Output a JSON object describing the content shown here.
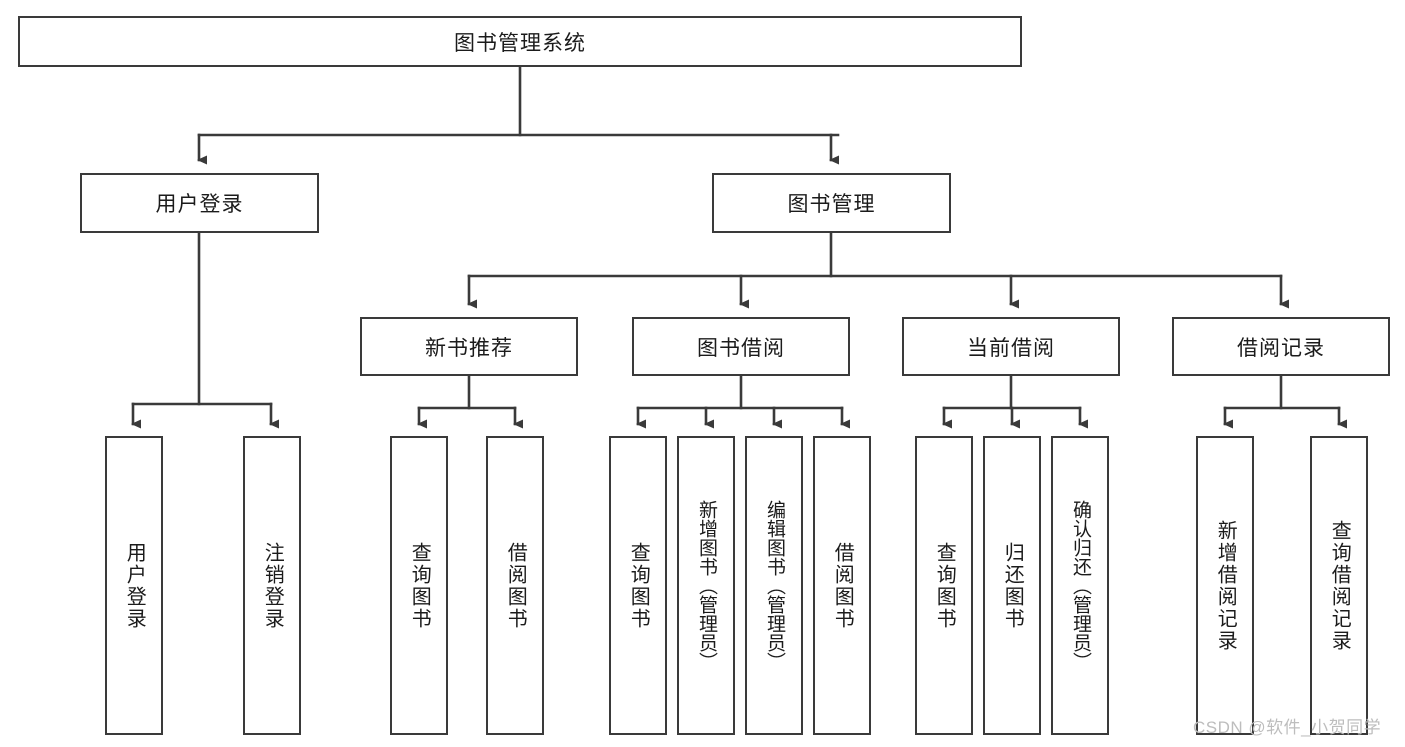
{
  "diagram": {
    "title": "图书管理系统",
    "type": "functional-decomposition-tree",
    "root": {
      "label": "图书管理系统"
    },
    "level2": [
      {
        "id": "user-login",
        "label": "用户登录"
      },
      {
        "id": "book-management",
        "label": "图书管理"
      }
    ],
    "level3": [
      {
        "id": "new-book-recommend",
        "label": "新书推荐",
        "parent": "book-management"
      },
      {
        "id": "book-borrow",
        "label": "图书借阅",
        "parent": "book-management"
      },
      {
        "id": "current-borrow",
        "label": "当前借阅",
        "parent": "book-management"
      },
      {
        "id": "borrow-record",
        "label": "借阅记录",
        "parent": "book-management"
      }
    ],
    "leaves": [
      {
        "id": "leaf-user-login",
        "label": "用户登录",
        "parent": "user-login"
      },
      {
        "id": "leaf-logout-login",
        "label": "注销登录",
        "parent": "user-login"
      },
      {
        "id": "leaf-query-book-1",
        "label": "查询图书",
        "parent": "new-book-recommend"
      },
      {
        "id": "leaf-borrow-book-1",
        "label": "借阅图书",
        "parent": "new-book-recommend"
      },
      {
        "id": "leaf-query-book-2",
        "label": "查询图书",
        "parent": "book-borrow"
      },
      {
        "id": "leaf-add-book",
        "label": "新增图书（管理员）",
        "parent": "book-borrow"
      },
      {
        "id": "leaf-edit-book",
        "label": "编辑图书（管理员）",
        "parent": "book-borrow"
      },
      {
        "id": "leaf-borrow-book-2",
        "label": "借阅图书",
        "parent": "book-borrow"
      },
      {
        "id": "leaf-query-book-3",
        "label": "查询图书",
        "parent": "current-borrow"
      },
      {
        "id": "leaf-return-book",
        "label": "归还图书",
        "parent": "current-borrow"
      },
      {
        "id": "leaf-confirm-return",
        "label": "确认归还（管理员）",
        "parent": "current-borrow"
      },
      {
        "id": "leaf-add-record",
        "label": "新增借阅记录",
        "parent": "borrow-record"
      },
      {
        "id": "leaf-query-record",
        "label": "查询借阅记录",
        "parent": "borrow-record"
      }
    ],
    "colors": {
      "stroke": "#3a3a3a",
      "fill": "#ffffff",
      "text": "#1b1b1b",
      "watermark": "#bdbdbd"
    }
  },
  "watermark": {
    "text": "CSDN @软件_小贺同学"
  }
}
